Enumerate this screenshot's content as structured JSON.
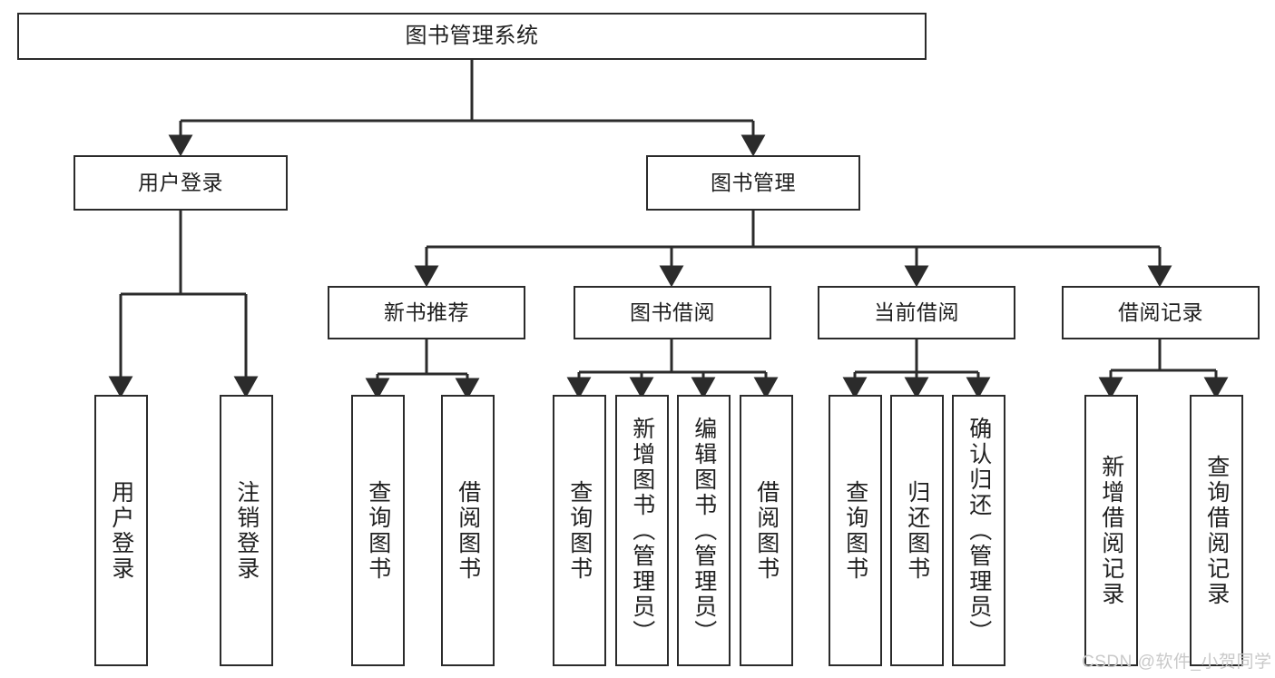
{
  "diagram": {
    "title_node": {
      "label": "图书管理系统"
    },
    "level2": [
      {
        "id": "user-login",
        "label": "用户登录"
      },
      {
        "id": "book-management",
        "label": "图书管理"
      }
    ],
    "level3": [
      {
        "id": "new-book-recommend",
        "label": "新书推荐"
      },
      {
        "id": "book-borrow",
        "label": "图书借阅"
      },
      {
        "id": "current-borrow",
        "label": "当前借阅"
      },
      {
        "id": "borrow-record",
        "label": "借阅记录"
      }
    ],
    "leaves": {
      "user_login": [
        {
          "id": "leaf-user-login",
          "label": "用户登录"
        },
        {
          "id": "leaf-logout-login",
          "label": "注销登录"
        }
      ],
      "new_book_recommend": [
        {
          "id": "leaf-query-book-1",
          "label": "查询图书"
        },
        {
          "id": "leaf-borrow-book-1",
          "label": "借阅图书"
        }
      ],
      "book_borrow": [
        {
          "id": "leaf-query-book-2",
          "label": "查询图书"
        },
        {
          "id": "leaf-add-book",
          "label": "新增图书（管理员）"
        },
        {
          "id": "leaf-edit-book",
          "label": "编辑图书（管理员）"
        },
        {
          "id": "leaf-borrow-book-2",
          "label": "借阅图书"
        }
      ],
      "current_borrow": [
        {
          "id": "leaf-query-book-3",
          "label": "查询图书"
        },
        {
          "id": "leaf-return-book",
          "label": "归还图书"
        },
        {
          "id": "leaf-confirm-return",
          "label": "确认归还（管理员）"
        }
      ],
      "borrow_record": [
        {
          "id": "leaf-add-record",
          "label": "新增借阅记录"
        },
        {
          "id": "leaf-query-record",
          "label": "查询借阅记录"
        }
      ]
    }
  },
  "watermark": {
    "text": "CSDN @软件_小贺同学"
  },
  "colors": {
    "stroke": "#2b2b2b",
    "background": "#ffffff",
    "text": "#1f1f1f",
    "watermark": "#c9c9c9"
  }
}
